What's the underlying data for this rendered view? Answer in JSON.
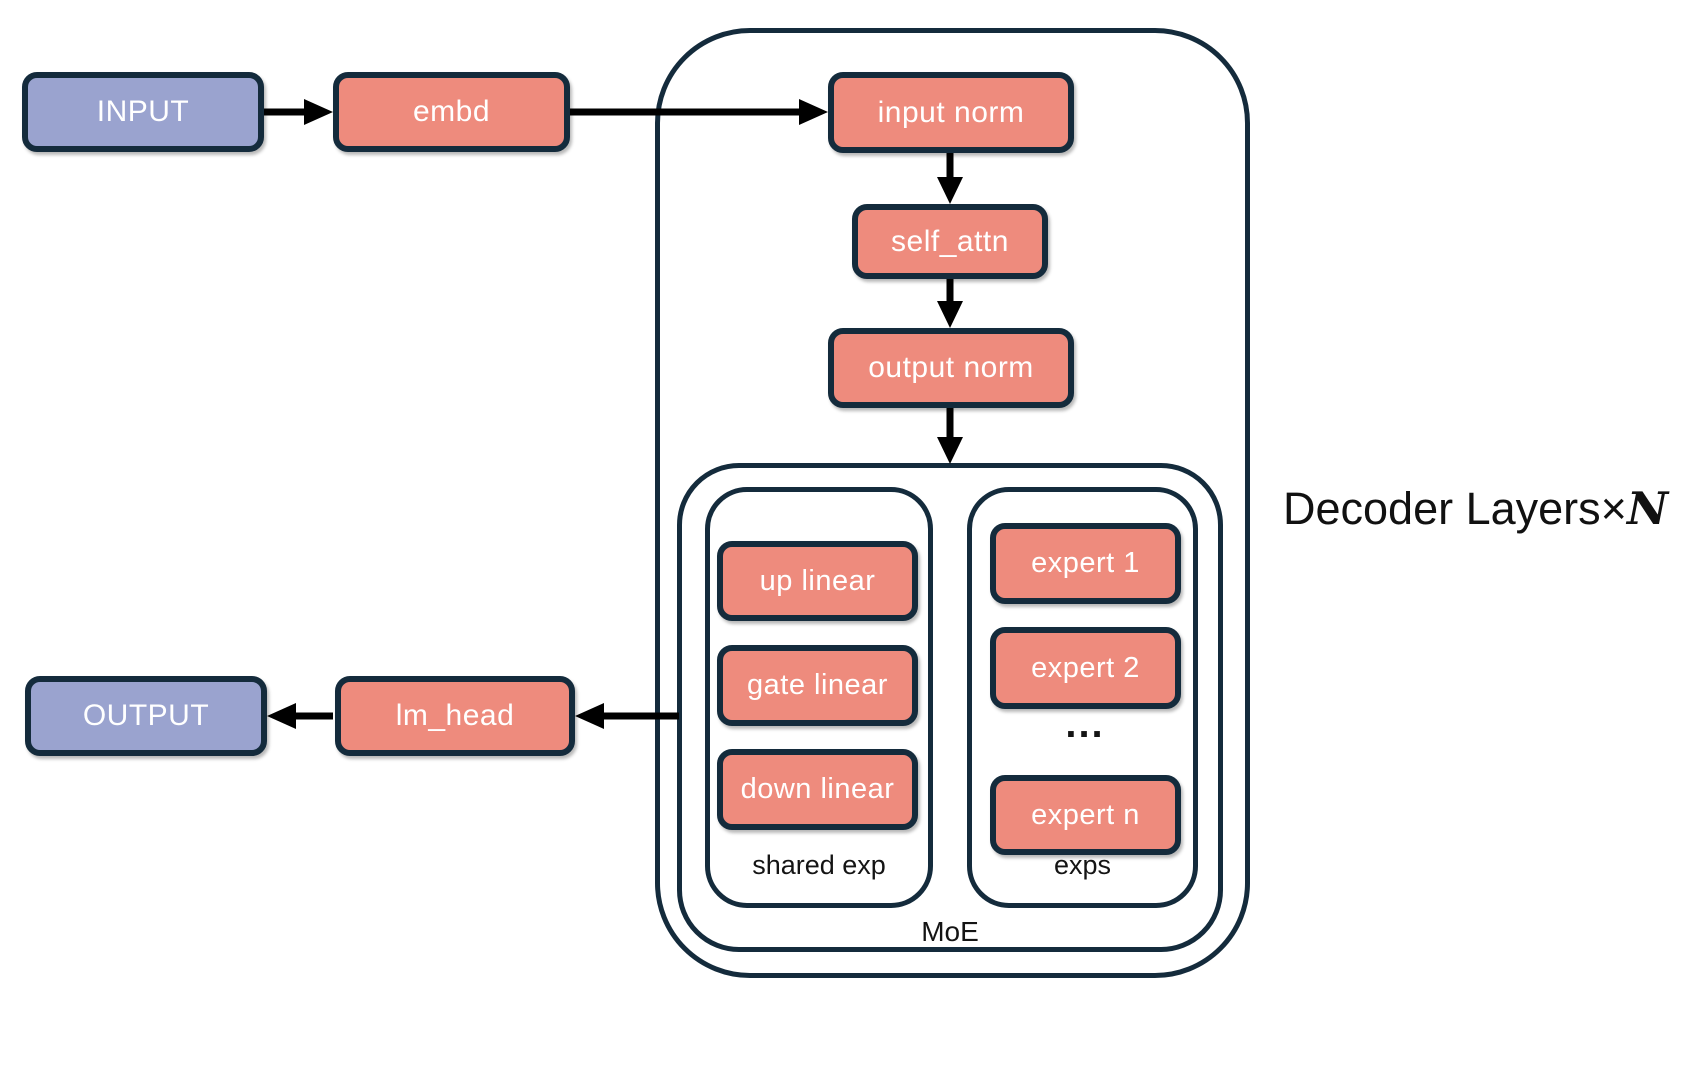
{
  "colors": {
    "salmon": "#EE8B7D",
    "purple": "#9AA3CF",
    "border": "#142B3C",
    "arrow": "#000000",
    "label": "#141414"
  },
  "nodes": {
    "input": "INPUT",
    "embd": "embd",
    "input_norm": "input norm",
    "self_attn": "self_attn",
    "output_norm": "output norm",
    "up_linear": "up linear",
    "gate_linear": "gate linear",
    "down_linear": "down linear",
    "expert_1": "expert 1",
    "expert_2": "expert 2",
    "experts_ellipsis": "...",
    "expert_n": "expert n",
    "lm_head": "lm_head",
    "output": "OUTPUT"
  },
  "containers": {
    "shared_exp_label": "shared exp",
    "exps_label": "exps",
    "moe_label": "MoE",
    "decoder_label_prefix": "Decoder Layers×",
    "decoder_label_n": "N"
  }
}
